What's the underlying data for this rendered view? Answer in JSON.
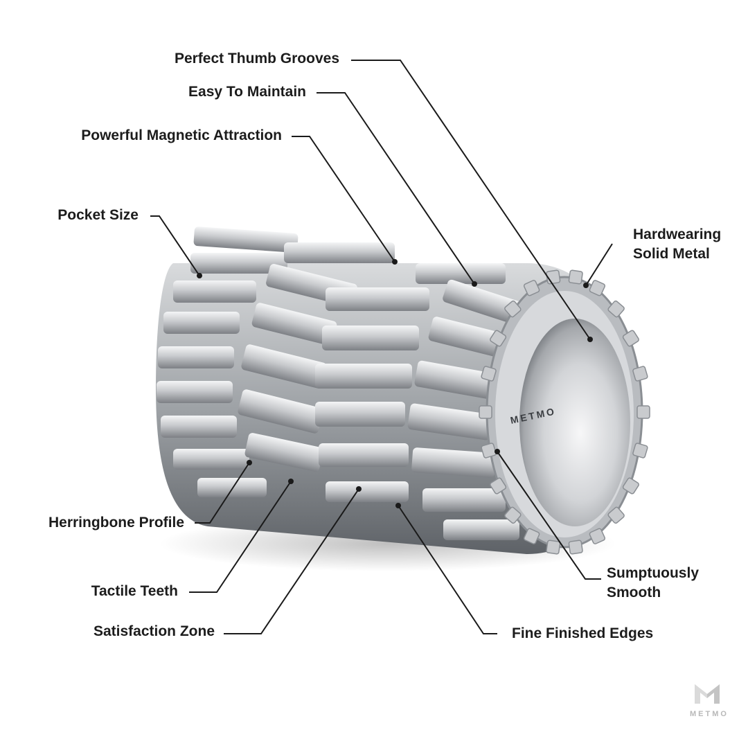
{
  "callouts": {
    "perfect_thumb_grooves": "Perfect Thumb Grooves",
    "easy_to_maintain": "Easy To Maintain",
    "powerful_magnetic_attraction": "Powerful Magnetic Attraction",
    "pocket_size": "Pocket Size",
    "hardwearing_line1": "Hardwearing",
    "hardwearing_line2": "Solid Metal",
    "herringbone_profile": "Herringbone Profile",
    "tactile_teeth": "Tactile Teeth",
    "satisfaction_zone": "Satisfaction Zone",
    "sumptuously_line1": "Sumptuously",
    "sumptuously_line2": "Smooth",
    "fine_finished_edges": "Fine Finished Edges"
  },
  "product_engraving": "METMO",
  "brand_logo": {
    "wordmark": "METMO",
    "icon": "metmo-m-logo-icon"
  },
  "colors": {
    "background": "#ffffff",
    "text": "#1c1c1c",
    "line": "#1a1a1a",
    "metal": "#b9bcc0",
    "logo": "#c4c4c4"
  }
}
